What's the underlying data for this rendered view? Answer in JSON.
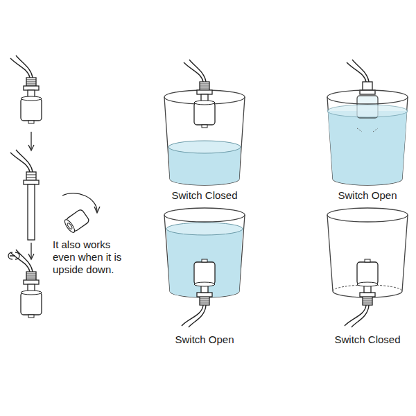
{
  "diagram": {
    "labels": [
      "It also works even when it is upside down.",
      "Switch Closed",
      "Switch Open",
      "Switch Open",
      "Switch Closed"
    ]
  }
}
